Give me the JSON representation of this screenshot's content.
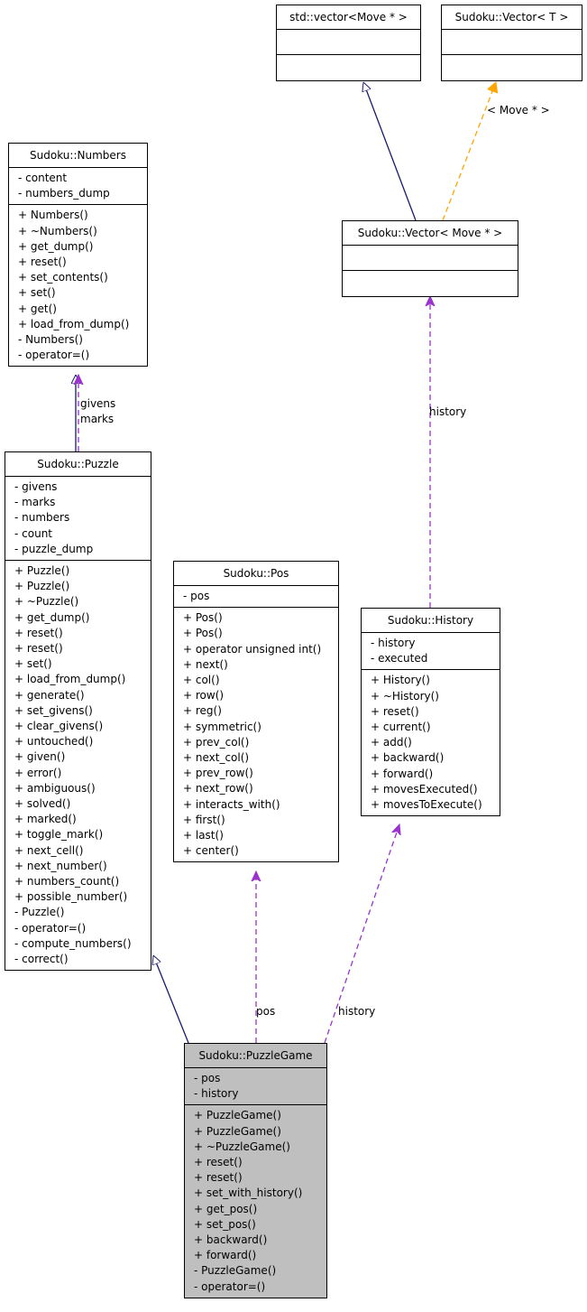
{
  "classes": {
    "std_vector": {
      "title": "std::vector<Move * >",
      "attributes": [],
      "methods": []
    },
    "sudoku_vector_t": {
      "title": "Sudoku::Vector< T >",
      "attributes": [],
      "methods": []
    },
    "numbers": {
      "title": "Sudoku::Numbers",
      "attributes": [
        "- content",
        "- numbers_dump"
      ],
      "methods": [
        "+ Numbers()",
        "+ ~Numbers()",
        "+ get_dump()",
        "+ reset()",
        "+ set_contents()",
        "+ set()",
        "+ get()",
        "+ load_from_dump()",
        "- Numbers()",
        "- operator=()"
      ]
    },
    "vector_move": {
      "title": "Sudoku::Vector< Move * >",
      "attributes": [],
      "methods": []
    },
    "puzzle": {
      "title": "Sudoku::Puzzle",
      "attributes": [
        "- givens",
        "- marks",
        "- numbers",
        "- count",
        "- puzzle_dump"
      ],
      "methods": [
        "+ Puzzle()",
        "+ Puzzle()",
        "+ ~Puzzle()",
        "+ get_dump()",
        "+ reset()",
        "+ reset()",
        "+ set()",
        "+ load_from_dump()",
        "+ generate()",
        "+ set_givens()",
        "+ clear_givens()",
        "+ untouched()",
        "+ given()",
        "+ error()",
        "+ ambiguous()",
        "+ solved()",
        "+ marked()",
        "+ toggle_mark()",
        "+ next_cell()",
        "+ next_number()",
        "+ numbers_count()",
        "+ possible_number()",
        "- Puzzle()",
        "- operator=()",
        "- compute_numbers()",
        "- correct()"
      ]
    },
    "pos": {
      "title": "Sudoku::Pos",
      "attributes": [
        "- pos"
      ],
      "methods": [
        "+ Pos()",
        "+ Pos()",
        "+ operator unsigned int()",
        "+ next()",
        "+ col()",
        "+ row()",
        "+ reg()",
        "+ symmetric()",
        "+ prev_col()",
        "+ next_col()",
        "+ prev_row()",
        "+ next_row()",
        "+ interacts_with()",
        "+ first()",
        "+ last()",
        "+ center()"
      ]
    },
    "history": {
      "title": "Sudoku::History",
      "attributes": [
        "- history",
        "- executed"
      ],
      "methods": [
        "+ History()",
        "+ ~History()",
        "+ reset()",
        "+ current()",
        "+ add()",
        "+ backward()",
        "+ forward()",
        "+ movesExecuted()",
        "+ movesToExecute()"
      ]
    },
    "puzzlegame": {
      "title": "Sudoku::PuzzleGame",
      "attributes": [
        "- pos",
        "- history"
      ],
      "methods": [
        "+ PuzzleGame()",
        "+ PuzzleGame()",
        "+ ~PuzzleGame()",
        "+ reset()",
        "+ reset()",
        "+ set_with_history()",
        "+ get_pos()",
        "+ set_pos()",
        "+ backward()",
        "+ forward()",
        "- PuzzleGame()",
        "- operator=()"
      ]
    }
  },
  "edge_labels": {
    "template_arg": "< Move * >",
    "givens": "givens",
    "marks": "marks",
    "history_vector": "history",
    "pos": "pos",
    "history": "history"
  },
  "colors": {
    "inheritance": "#191970",
    "usage": "#9a32cd",
    "template": "#ffa500",
    "highlight_fill": "#bfbfbf"
  }
}
